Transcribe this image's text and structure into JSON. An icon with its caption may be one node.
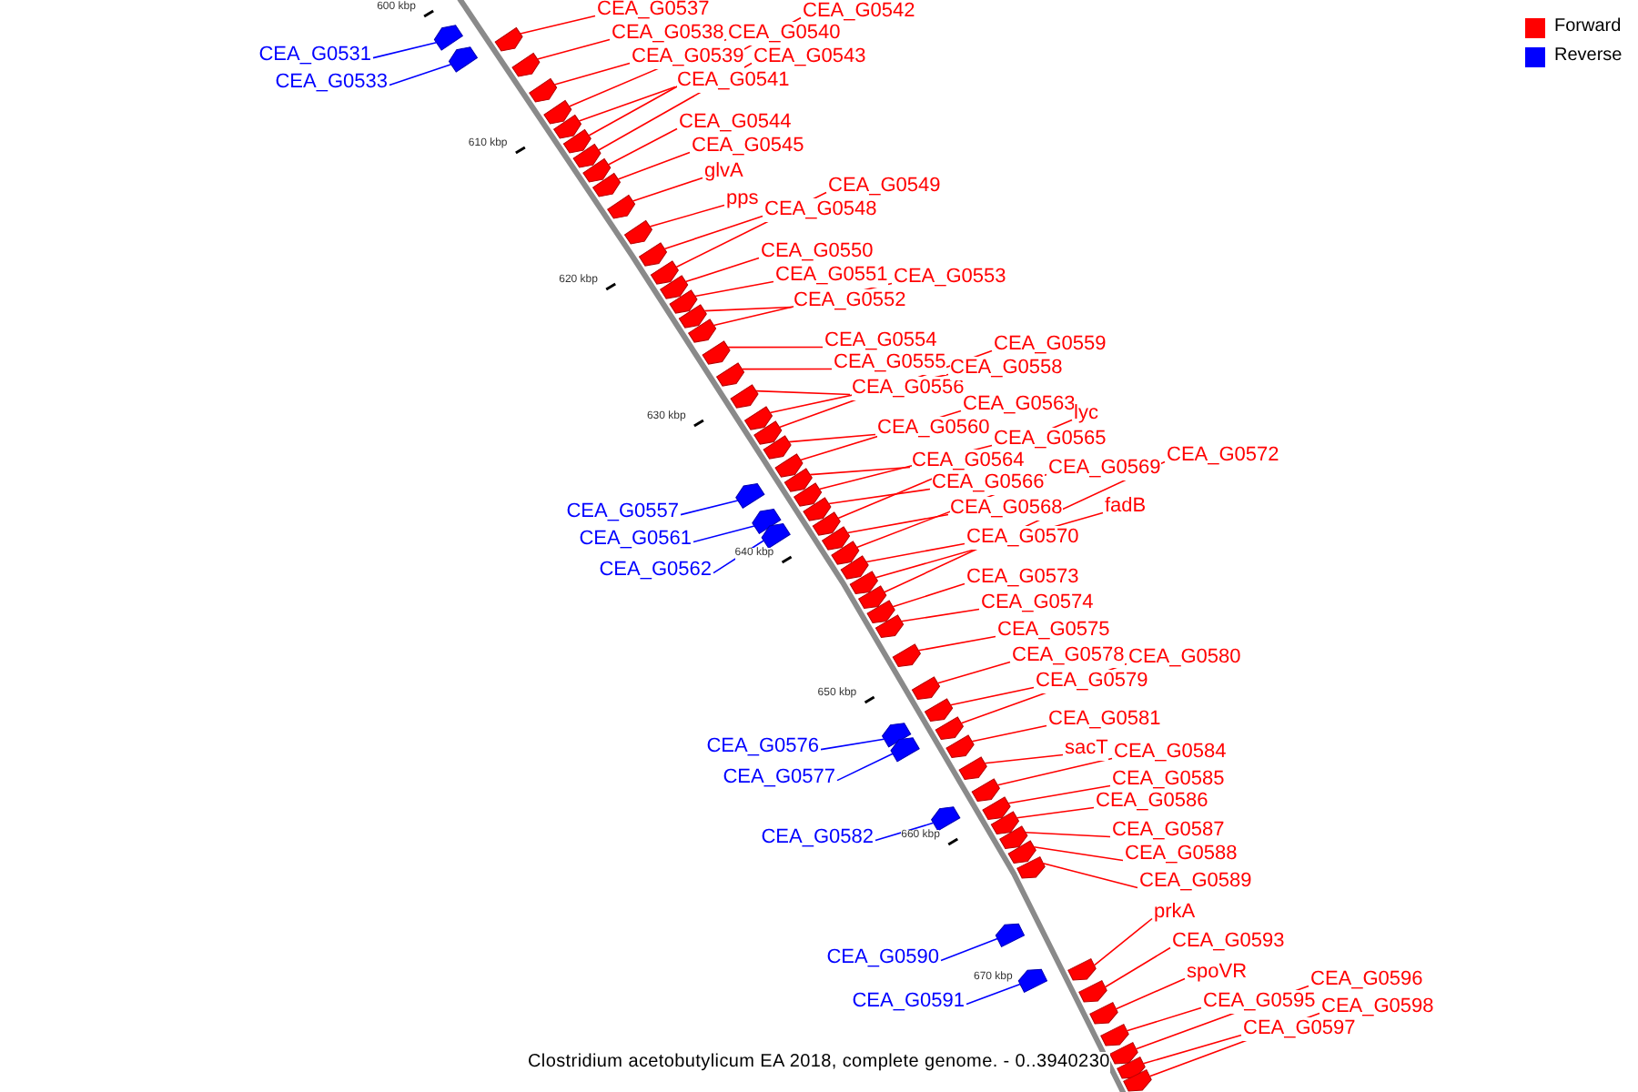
{
  "diagram": {
    "caption": "Clostridium acetobutylicum EA 2018, complete genome. - 0..3940230",
    "nodes": [
      {
        "text": [
          "CEA_G0531"
        ]
      },
      {
        "text": [
          "CEA_G0533"
        ]
      },
      {
        "text": [
          "CEA_G0537"
        ]
      },
      {
        "text": [
          "CEA_G0538"
        ]
      },
      {
        "text": [
          "CEA_G0539"
        ]
      },
      {
        "text": [
          "CEA_G0540"
        ]
      },
      {
        "text": [
          "CEA_G0541"
        ]
      },
      {
        "text": [
          "CEA_G0542"
        ]
      },
      {
        "text": [
          "CEA_G0543"
        ]
      },
      {
        "text": [
          "CEA_G0544"
        ]
      },
      {
        "text": [
          "CEA_G0545"
        ]
      },
      {
        "text": [
          "glvA"
        ]
      },
      {
        "text": [
          "pps"
        ]
      },
      {
        "text": [
          "CEA_G0548"
        ]
      },
      {
        "text": [
          "CEA_G0549"
        ]
      },
      {
        "text": [
          "CEA_G0550"
        ]
      },
      {
        "text": [
          "CEA_G0551"
        ]
      },
      {
        "text": [
          "CEA_G0552"
        ]
      },
      {
        "text": [
          "CEA_G0553"
        ]
      },
      {
        "text": [
          "CEA_G0554"
        ]
      },
      {
        "text": [
          "CEA_G0555"
        ]
      },
      {
        "text": [
          "CEA_G0556"
        ]
      },
      {
        "text": [
          "CEA_G0557"
        ]
      },
      {
        "text": [
          "CEA_G0558"
        ]
      },
      {
        "text": [
          "CEA_G0559"
        ]
      },
      {
        "text": [
          "CEA_G0560"
        ]
      },
      {
        "text": [
          "CEA_G0561"
        ]
      },
      {
        "text": [
          "CEA_G0562"
        ]
      },
      {
        "text": [
          "CEA_G0563"
        ]
      },
      {
        "text": [
          "CEA_G0564"
        ]
      },
      {
        "text": [
          "CEA_G0565"
        ]
      },
      {
        "text": [
          "CEA_G0566"
        ]
      },
      {
        "text": [
          "lyc"
        ]
      },
      {
        "text": [
          "CEA_G0568"
        ]
      },
      {
        "text": [
          "CEA_G0569"
        ]
      },
      {
        "text": [
          "CEA_G0570"
        ]
      },
      {
        "text": [
          "fadB"
        ]
      },
      {
        "text": [
          "CEA_G0572"
        ]
      },
      {
        "text": [
          "CEA_G0573"
        ]
      },
      {
        "text": [
          "CEA_G0574"
        ]
      },
      {
        "text": [
          "CEA_G0575"
        ]
      },
      {
        "text": [
          "CEA_G0576"
        ]
      },
      {
        "text": [
          "CEA_G0577"
        ]
      },
      {
        "text": [
          "CEA_G0578"
        ]
      },
      {
        "text": [
          "CEA_G0579"
        ]
      },
      {
        "text": [
          "CEA_G0580"
        ]
      },
      {
        "text": [
          "CEA_G0581"
        ]
      },
      {
        "text": [
          "CEA_G0582"
        ]
      },
      {
        "text": [
          "sacT"
        ]
      },
      {
        "text": [
          "CEA_G0584"
        ]
      },
      {
        "text": [
          "CEA_G0585"
        ]
      },
      {
        "text": [
          "CEA_G0586"
        ]
      },
      {
        "text": [
          "CEA_G0587"
        ]
      },
      {
        "text": [
          "CEA_G0588"
        ]
      },
      {
        "text": [
          "CEA_G0589"
        ]
      },
      {
        "text": [
          "CEA_G0590"
        ]
      },
      {
        "text": [
          "CEA_G0591"
        ]
      },
      {
        "text": [
          "prkA"
        ]
      },
      {
        "text": [
          "CEA_G0593"
        ]
      },
      {
        "text": [
          "spoVR"
        ]
      },
      {
        "text": [
          "CEA_G0595"
        ]
      },
      {
        "text": [
          "CEA_G0596"
        ]
      },
      {
        "text": [
          "CEA_G0597"
        ]
      },
      {
        "text": [
          "CEA_G0598"
        ]
      },
      {
        "text": [],
        "shape": "arrow"
      },
      {
        "text": [],
        "shape": "arrow"
      },
      {
        "text": [],
        "shape": "arrow"
      },
      {
        "text": [],
        "shape": "arrow"
      },
      {
        "text": [],
        "shape": "arrow"
      },
      {
        "text": [],
        "shape": "arrow"
      },
      {
        "text": [],
        "shape": "arrow"
      },
      {
        "text": [],
        "shape": "arrow"
      },
      {
        "text": [],
        "shape": "arrow"
      },
      {
        "text": [],
        "shape": "arrow"
      },
      {
        "text": [],
        "shape": "arrow"
      },
      {
        "text": [],
        "shape": "arrow"
      },
      {
        "text": [],
        "shape": "arrow"
      },
      {
        "text": [],
        "shape": "arrow"
      },
      {
        "text": [],
        "shape": "arrow"
      },
      {
        "text": [],
        "shape": "arrow"
      },
      {
        "text": [],
        "shape": "arrow"
      },
      {
        "text": [],
        "shape": "arrow"
      },
      {
        "text": [],
        "shape": "arrow"
      },
      {
        "text": [],
        "shape": "arrow"
      },
      {
        "text": [],
        "shape": "arrow"
      },
      {
        "text": [],
        "shape": "arrow"
      },
      {
        "text": [],
        "shape": "arrow"
      },
      {
        "text": [],
        "shape": "arrow"
      },
      {
        "text": [],
        "shape": "arrow"
      },
      {
        "text": [],
        "shape": "arrow"
      },
      {
        "text": [],
        "shape": "arrow"
      },
      {
        "text": [],
        "shape": "arrow"
      },
      {
        "text": [],
        "shape": "arrow"
      },
      {
        "text": [],
        "shape": "arrow"
      },
      {
        "text": [],
        "shape": "arrow"
      },
      {
        "text": [],
        "shape": "arrow"
      },
      {
        "text": [],
        "shape": "arrow"
      },
      {
        "text": [],
        "shape": "arrow"
      },
      {
        "text": [],
        "shape": "arrow"
      },
      {
        "text": [],
        "shape": "arrow"
      },
      {
        "text": [],
        "shape": "arrow"
      },
      {
        "text": [],
        "shape": "arrow"
      },
      {
        "text": [],
        "shape": "arrow"
      },
      {
        "text": [],
        "shape": "arrow"
      },
      {
        "text": [],
        "shape": "arrow"
      },
      {
        "text": [],
        "shape": "arrow"
      },
      {
        "text": [],
        "shape": "arrow"
      },
      {
        "text": [],
        "shape": "arrow"
      },
      {
        "text": [],
        "shape": "arrow"
      },
      {
        "text": [],
        "shape": "arrow"
      },
      {
        "text": [],
        "shape": "arrow"
      },
      {
        "text": [],
        "shape": "arrow"
      },
      {
        "text": [],
        "shape": "arrow"
      },
      {
        "text": [],
        "shape": "arrow"
      },
      {
        "text": [],
        "shape": "arrow"
      },
      {
        "text": [],
        "shape": "arrow"
      },
      {
        "text": [],
        "shape": "arrow"
      },
      {
        "text": [],
        "shape": "arrow"
      },
      {
        "text": [],
        "shape": "arrow"
      },
      {
        "text": [],
        "shape": "arrow"
      },
      {
        "text": [],
        "shape": "arrow"
      },
      {
        "text": [],
        "shape": "arrow"
      },
      {
        "text": [],
        "shape": "arrow"
      },
      {
        "text": [],
        "shape": "arrow"
      },
      {
        "text": [],
        "shape": "arrow"
      },
      {
        "text": [],
        "shape": "arrow"
      },
      {
        "text": [],
        "shape": "arrow"
      },
      {
        "text": [],
        "shape": "arrow"
      }
    ],
    "edges": [
      {
        "from": 0,
        "to": 64,
        "arrow": "none",
        "color": "#0000ff"
      },
      {
        "from": 1,
        "to": 65,
        "arrow": "none",
        "color": "#0000ff"
      },
      {
        "from": 2,
        "to": 66,
        "arrow": "none"
      },
      {
        "from": 3,
        "to": 67,
        "arrow": "none"
      },
      {
        "from": 4,
        "to": 68,
        "arrow": "none"
      },
      {
        "from": 5,
        "to": 69,
        "arrow": "none"
      },
      {
        "from": 6,
        "to": 70,
        "arrow": "none"
      },
      {
        "from": 7,
        "to": 71,
        "arrow": "none"
      },
      {
        "from": 8,
        "to": 72,
        "arrow": "none"
      },
      {
        "from": 9,
        "to": 73,
        "arrow": "none"
      },
      {
        "from": 10,
        "to": 74,
        "arrow": "none"
      },
      {
        "from": 11,
        "to": 75,
        "arrow": "none"
      },
      {
        "from": 12,
        "to": 76,
        "arrow": "none"
      },
      {
        "from": 13,
        "to": 77,
        "arrow": "none"
      },
      {
        "from": 14,
        "to": 78,
        "arrow": "none"
      },
      {
        "from": 15,
        "to": 79,
        "arrow": "none"
      },
      {
        "from": 16,
        "to": 80,
        "arrow": "none"
      },
      {
        "from": 17,
        "to": 81,
        "arrow": "none"
      },
      {
        "from": 18,
        "to": 82,
        "arrow": "none"
      },
      {
        "from": 19,
        "to": 83,
        "arrow": "none"
      },
      {
        "from": 20,
        "to": 84,
        "arrow": "none"
      },
      {
        "from": 21,
        "to": 85,
        "arrow": "none"
      },
      {
        "from": 22,
        "to": 86,
        "arrow": "none",
        "color": "#0000ff"
      },
      {
        "from": 23,
        "to": 87,
        "arrow": "none"
      },
      {
        "from": 24,
        "to": 88,
        "arrow": "none"
      },
      {
        "from": 25,
        "to": 89,
        "arrow": "none"
      },
      {
        "from": 26,
        "to": 90,
        "arrow": "none",
        "color": "#0000ff"
      },
      {
        "from": 27,
        "to": 91,
        "arrow": "none",
        "color": "#0000ff"
      },
      {
        "from": 28,
        "to": 92,
        "arrow": "none"
      },
      {
        "from": 29,
        "to": 93,
        "arrow": "none"
      },
      {
        "from": 30,
        "to": 94,
        "arrow": "none"
      },
      {
        "from": 31,
        "to": 95,
        "arrow": "none"
      },
      {
        "from": 32,
        "to": 96,
        "arrow": "none"
      },
      {
        "from": 33,
        "to": 97,
        "arrow": "none"
      },
      {
        "from": 34,
        "to": 98,
        "arrow": "none"
      },
      {
        "from": 35,
        "to": 99,
        "arrow": "none"
      },
      {
        "from": 36,
        "to": 100,
        "arrow": "none"
      },
      {
        "from": 37,
        "to": 101,
        "arrow": "none"
      },
      {
        "from": 38,
        "to": 102,
        "arrow": "none"
      },
      {
        "from": 39,
        "to": 103,
        "arrow": "none"
      },
      {
        "from": 40,
        "to": 104,
        "arrow": "none"
      },
      {
        "from": 41,
        "to": 105,
        "arrow": "none",
        "color": "#0000ff"
      },
      {
        "from": 42,
        "to": 106,
        "arrow": "none",
        "color": "#0000ff"
      },
      {
        "from": 43,
        "to": 107,
        "arrow": "none"
      },
      {
        "from": 44,
        "to": 108,
        "arrow": "none"
      },
      {
        "from": 45,
        "to": 109,
        "arrow": "none"
      },
      {
        "from": 46,
        "to": 110,
        "arrow": "none"
      },
      {
        "from": 47,
        "to": 111,
        "arrow": "none",
        "color": "#0000ff"
      },
      {
        "from": 48,
        "to": 112,
        "arrow": "none"
      },
      {
        "from": 49,
        "to": 113,
        "arrow": "none"
      },
      {
        "from": 50,
        "to": 114,
        "arrow": "none"
      },
      {
        "from": 51,
        "to": 115,
        "arrow": "none"
      },
      {
        "from": 52,
        "to": 116,
        "arrow": "none"
      },
      {
        "from": 53,
        "to": 117,
        "arrow": "none"
      },
      {
        "from": 54,
        "to": 118,
        "arrow": "none"
      },
      {
        "from": 55,
        "to": 119,
        "arrow": "none",
        "color": "#0000ff"
      },
      {
        "from": 56,
        "to": 120,
        "arrow": "none",
        "color": "#0000ff"
      },
      {
        "from": 57,
        "to": 121,
        "arrow": "none"
      },
      {
        "from": 58,
        "to": 122,
        "arrow": "none"
      },
      {
        "from": 59,
        "to": 123,
        "arrow": "none"
      },
      {
        "from": 60,
        "to": 124,
        "arrow": "none"
      },
      {
        "from": 61,
        "to": 125,
        "arrow": "none"
      },
      {
        "from": 62,
        "to": 126,
        "arrow": "none"
      },
      {
        "from": 63,
        "to": 127,
        "arrow": "none"
      }
    ],
    "labels": [
      "600 kbp",
      "610 kbp",
      "620 kbp",
      "630 kbp",
      "640 kbp",
      "650 kbp",
      "660 kbp",
      "670 kbp"
    ],
    "legend": [
      {
        "text": "Forward",
        "color": "#ff0000"
      },
      {
        "text": "Reverse",
        "color": "#0000ff"
      }
    ]
  }
}
